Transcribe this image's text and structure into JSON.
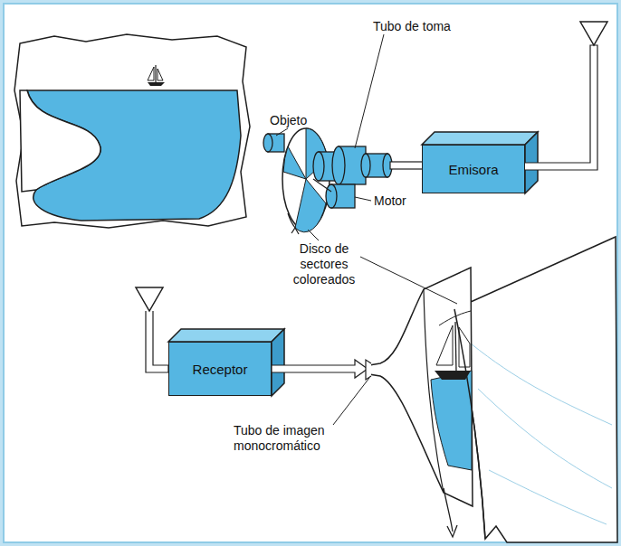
{
  "diagram": {
    "nodes": [
      {
        "text": [
          "Emisora"
        ]
      },
      {
        "text": [
          "Receptor"
        ]
      }
    ],
    "labels": [
      "Objeto",
      "Tubo de toma",
      "Motor",
      "Disco de sectores coloreados",
      "Tubo de imagen monocromático"
    ]
  }
}
